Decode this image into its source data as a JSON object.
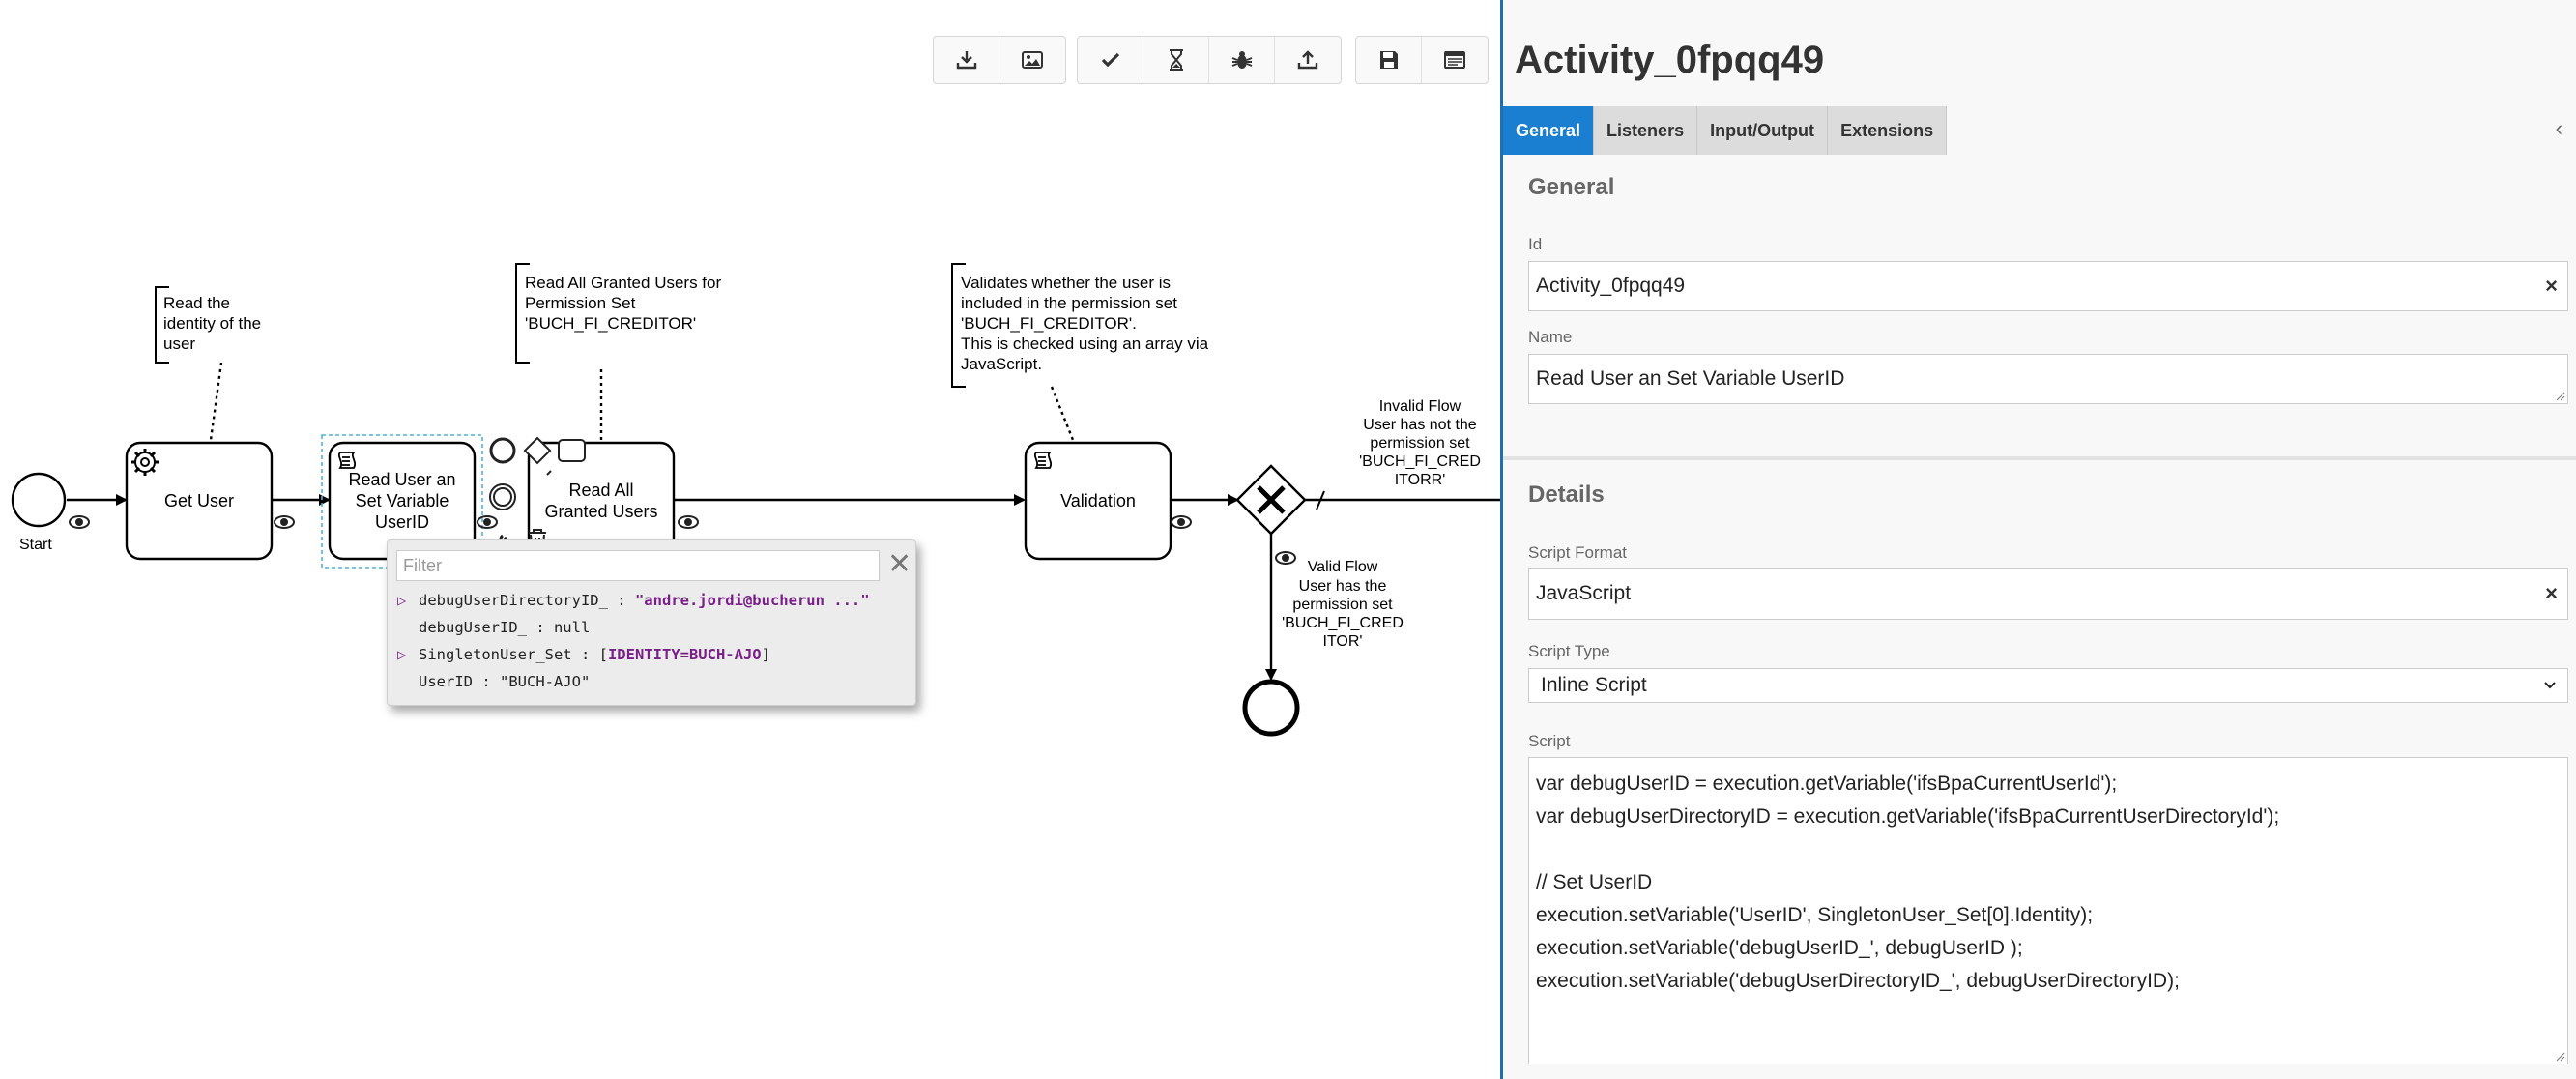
{
  "toolbar": {
    "groups": [
      [
        {
          "icon": "download-icon",
          "name": "download-diagram-button"
        },
        {
          "icon": "image-icon",
          "name": "export-image-button"
        }
      ],
      [
        {
          "icon": "check-icon",
          "name": "validate-button"
        },
        {
          "icon": "hourglass-icon",
          "name": "simulate-button"
        },
        {
          "icon": "bug-icon",
          "name": "debug-button"
        },
        {
          "icon": "upload-icon",
          "name": "deploy-button"
        }
      ],
      [
        {
          "icon": "save-icon",
          "name": "save-button"
        },
        {
          "icon": "console-icon",
          "name": "console-button"
        }
      ]
    ]
  },
  "diagram": {
    "start_label": "Start",
    "tasks": {
      "get_user": "Get User",
      "read_user": "Read User an Set Variable UserID",
      "read_all": "Read All Granted Users",
      "validation": "Validation"
    },
    "annotations": {
      "identity": "Read the\nidentity of the\nuser",
      "granted": "Read All Granted Users for\nPermission Set\n'BUCH_FI_CREDITOR'",
      "validates": "Validates whether the user is\nincluded in the permission set\n'BUCH_FI_CREDITOR'.\nThis is checked using an array via\nJavaScript."
    },
    "flows": {
      "invalid": "Invalid Flow\nUser has not the\npermission set\n'BUCH_FI_CRED\nITORR'",
      "valid_title": "Valid Flow",
      "valid": "User has the\npermission set\n'BUCH_FI_CRED\nITOR'"
    }
  },
  "popup": {
    "filter_placeholder": "Filter",
    "close_glyph": "✕",
    "caret": "▷",
    "rows": [
      {
        "name": "debugUserDirectoryID_ : ",
        "value": "\"andre.jordi@bucherun ...\""
      },
      {
        "name": "debugUserID_ : null",
        "value": ""
      },
      {
        "name": "SingletonUser_Set : [",
        "value": "IDENTITY=BUCH-AJO",
        "suffix": "]"
      },
      {
        "name": "UserID : \"BUCH-AJO\"",
        "value": ""
      }
    ]
  },
  "panel": {
    "title": "Activity_0fpqq49",
    "tabs": [
      "General",
      "Listeners",
      "Input/Output",
      "Extensions"
    ],
    "active_tab": "General",
    "collapse_glyph": "‹",
    "general_title": "General",
    "id_label": "Id",
    "id_value": "Activity_0fpqq49",
    "clear_glyph": "×",
    "name_label": "Name",
    "name_value": "Read User an Set Variable UserID",
    "details_title": "Details",
    "script_format_label": "Script Format",
    "script_format_value": "JavaScript",
    "script_type_label": "Script Type",
    "script_type_value": "Inline Script",
    "script_label": "Script",
    "script_lines": [
      "var debugUserID = execution.getVariable('ifsBpaCurrentUserId');",
      "var debugUserDirectoryID = execution.getVariable('ifsBpaCurrentUserDirectoryId');",
      "",
      "// Set UserID",
      "execution.setVariable('UserID', SingletonUser_Set[0].Identity);",
      "execution.setVariable('debugUserID_', debugUserID );",
      "execution.setVariable('debugUserDirectoryID_', debugUserDirectoryID);"
    ]
  },
  "colors": {
    "accent": "#1a7fd0",
    "panel_border": "#1f6fb3",
    "selection": "#52b0d6"
  }
}
